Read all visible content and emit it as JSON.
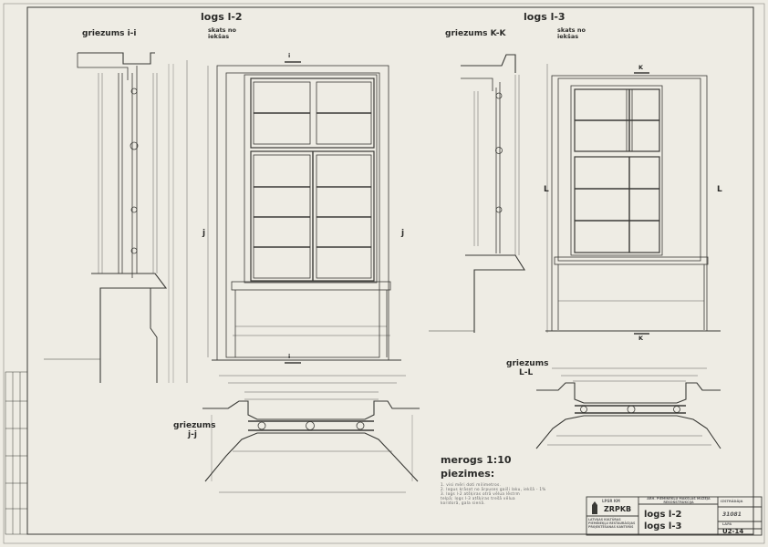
{
  "sheet": {
    "titles": {
      "logs_l2": "logs l-2",
      "logs_l3": "logs l-3",
      "section_ii": "griezums i-i",
      "view_l2": "skats no",
      "view_l2_b": "iekšas",
      "section_kk": "griezums K-K",
      "view_l3": "skats no",
      "view_l3_b": "iekšas",
      "section_jj": "griezums",
      "section_jj_b": "j-j",
      "section_ll": "griezums",
      "section_ll_b": "L-L"
    },
    "cut_marks": {
      "i_top": "i",
      "i_bottom": "i",
      "j_left": "j",
      "j_right": "j",
      "k_top": "K",
      "k_bottom": "K",
      "l_left": "L",
      "l_right": "L"
    },
    "scale": "merogs 1:10",
    "notes_heading": "piezimes:",
    "notes": [
      "1. visi mēri doti milimetros.",
      "2. logus krāsot no ārpuses gaiši laku, iekšā - 1%",
      "3. logs l-2 atšķiras otrā vēlua lēstrm",
      "   telpā; logs l-3 atšķiras trešā vēlua",
      "   koridorā, gala sienā."
    ]
  },
  "title_block": {
    "org_top": "LPSR KM",
    "org": "ZRPKB",
    "org_sub": "LATVIJAS KULTŪRAS PIEMINEKĻU RESTAURĀCIJAS PROJEKTĒŠANAS KANTORIS",
    "project": "ARH. PIEMINEKĻU MĀKSLAS MUZEJA REKONSTRUKCIJA",
    "drawing_1": "logs   l-2",
    "drawing_2": "logs   l-3",
    "stage": "IZSTRĀDĀJA",
    "code": "31081",
    "sheet_label": "LAPA",
    "sheet_no": "U2-14"
  },
  "colors": {
    "paper": "#eeece4",
    "ink": "#3a3a36"
  }
}
